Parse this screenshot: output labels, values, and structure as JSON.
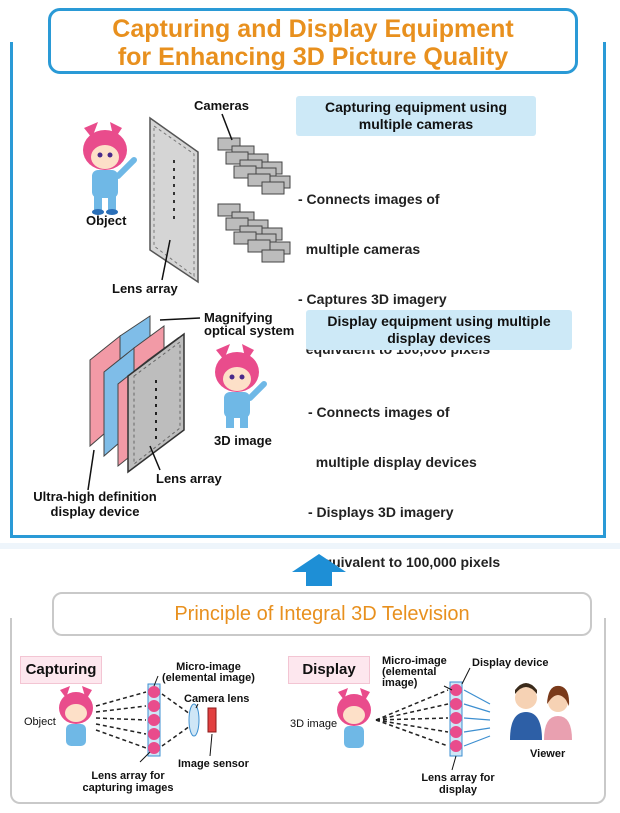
{
  "title": {
    "line1": "Capturing and Display Equipment",
    "line2": "for Enhancing 3D Picture Quality"
  },
  "capture": {
    "cameras_label": "Cameras",
    "heading_line1": "Capturing equipment using",
    "heading_line2": "multiple cameras",
    "bullets": [
      "- Connects images of",
      "  multiple cameras",
      "- Captures 3D imagery",
      "  equivalent to 100,000 pixels"
    ],
    "object_label": "Object",
    "lens_array_label": "Lens array"
  },
  "display": {
    "magnifying_line1": "Magnifying",
    "magnifying_line2": "optical system",
    "heading_line1": "Display equipment using multiple",
    "heading_line2": "display devices",
    "bullets": [
      "- Connects images of",
      "  multiple display devices",
      "- Displays 3D imagery",
      "  equivalent to 100,000 pixels"
    ],
    "image_label": "3D image",
    "lens_array_label": "Lens array",
    "device_line1": "Ultra-high definition",
    "device_line2": "display device"
  },
  "principle": {
    "title": "Principle of Integral 3D Television",
    "capturing": {
      "tag": "Capturing",
      "micro_line1": "Micro-image",
      "micro_line2": "(elemental image)",
      "camera_lens": "Camera lens",
      "object": "Object",
      "image_sensor": "Image sensor",
      "lens_array_line1": "Lens array for",
      "lens_array_line2": "capturing images"
    },
    "displaying": {
      "tag": "Display",
      "micro_line1": "Micro-image",
      "micro_line2": "(elemental",
      "micro_line3": "image)",
      "display_device": "Display device",
      "image": "3D image",
      "viewer": "Viewer",
      "lens_array_line1": "Lens array for",
      "lens_array_line2": "display"
    }
  },
  "colors": {
    "accent_blue": "#2a9ad6",
    "title_orange": "#e8901e",
    "highlight": "#cde9f7",
    "tag_pink": "#fde7ee",
    "arrow_blue": "#1e8fd6"
  }
}
